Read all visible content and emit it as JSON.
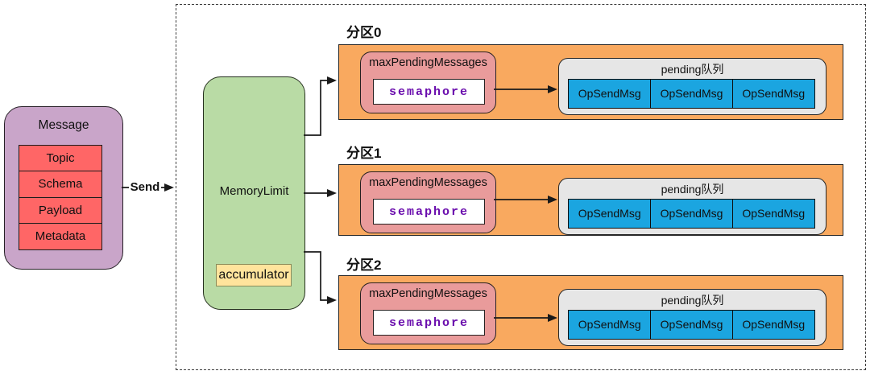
{
  "message": {
    "title": "Message",
    "fields": [
      "Topic",
      "Schema",
      "Payload",
      "Metadata"
    ]
  },
  "send": {
    "label": "Send"
  },
  "memory_limit": {
    "title": "MemoryLimit",
    "accumulator": "accumulator"
  },
  "partitions": [
    {
      "label": "分区0",
      "max_pending": "maxPendingMessages",
      "semaphore": "semaphore",
      "queue_title": "pending队列",
      "queue_items": [
        "OpSendMsg",
        "OpSendMsg",
        "OpSendMsg"
      ]
    },
    {
      "label": "分区1",
      "max_pending": "maxPendingMessages",
      "semaphore": "semaphore",
      "queue_title": "pending队列",
      "queue_items": [
        "OpSendMsg",
        "OpSendMsg",
        "OpSendMsg"
      ]
    },
    {
      "label": "分区2",
      "max_pending": "maxPendingMessages",
      "semaphore": "semaphore",
      "queue_title": "pending队列",
      "queue_items": [
        "OpSendMsg",
        "OpSendMsg",
        "OpSendMsg"
      ]
    }
  ],
  "colors": {
    "message_fill": "#C9A5C9",
    "message_field_fill": "#FF6666",
    "memory_fill": "#B9DBA5",
    "accumulator_fill": "#FFE49C",
    "accumulator_border": "#8C8C5A",
    "partition_fill": "#F9A95F",
    "pending_fill": "#E99B9B",
    "semaphore_color": "#6A0DAD",
    "queue_fill": "#E6E6E6",
    "op_fill": "#1BA5E0"
  }
}
